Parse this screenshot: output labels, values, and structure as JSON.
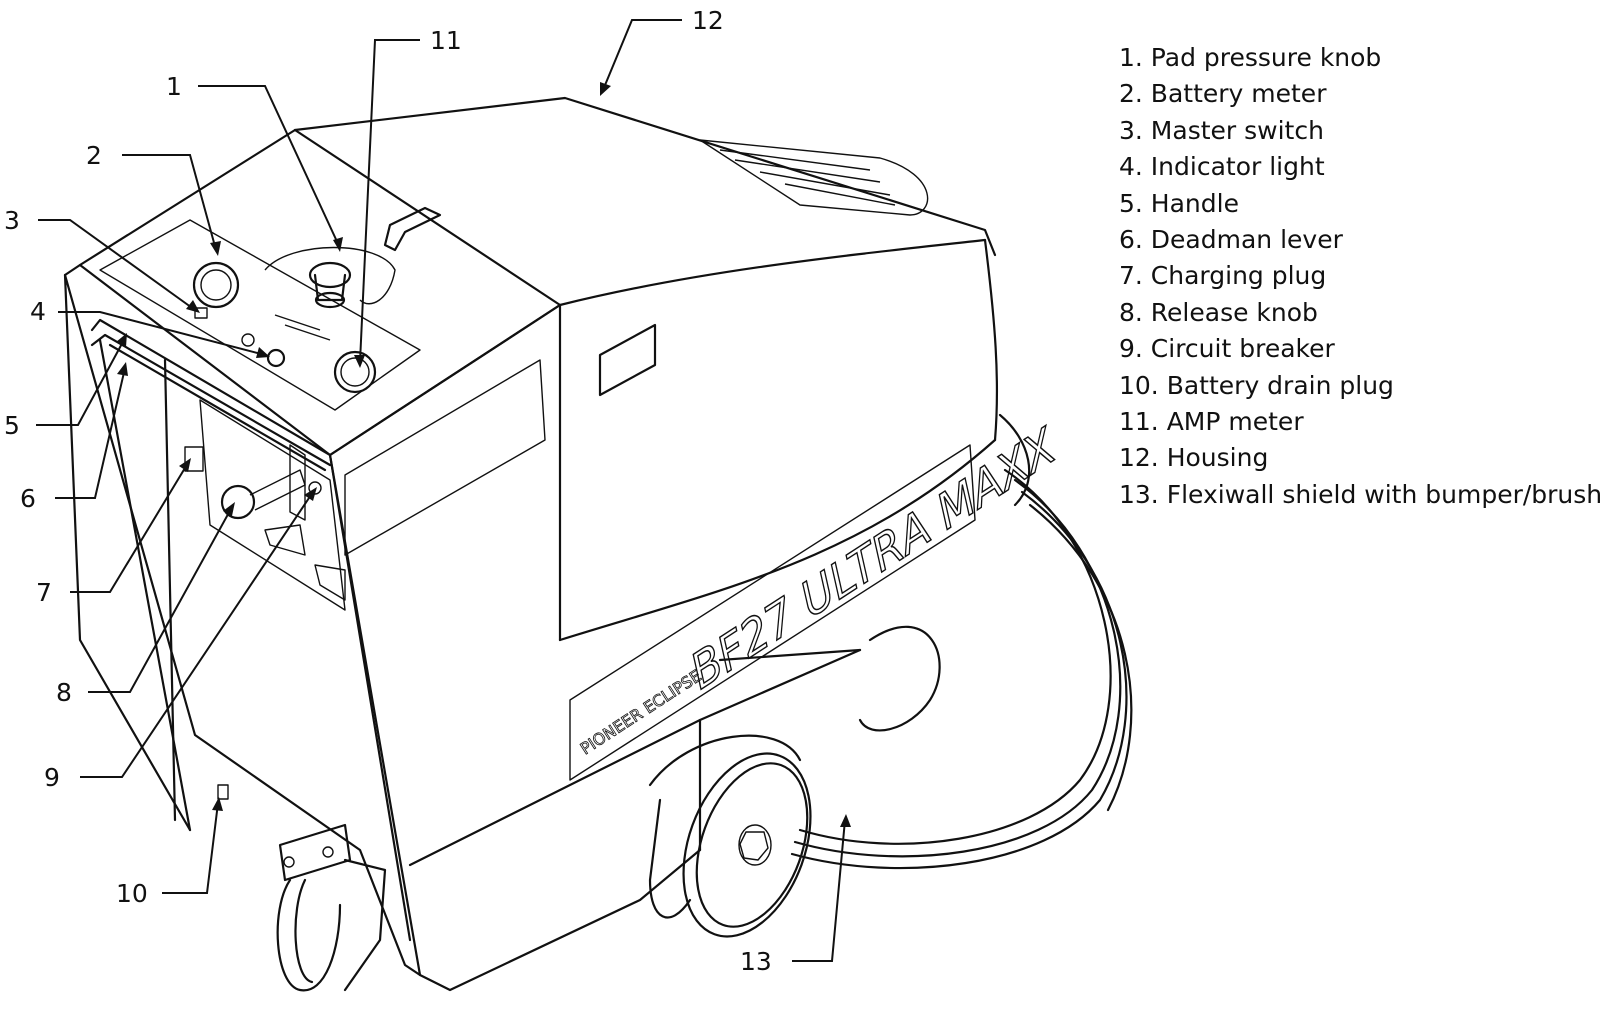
{
  "callouts": [
    {
      "num": "1",
      "label": "Pad pressure knob"
    },
    {
      "num": "2",
      "label": "Battery meter"
    },
    {
      "num": "3",
      "label": "Master switch"
    },
    {
      "num": "4",
      "label": "Indicator light"
    },
    {
      "num": "5",
      "label": "Handle"
    },
    {
      "num": "6",
      "label": "Deadman lever"
    },
    {
      "num": "7",
      "label": "Charging plug"
    },
    {
      "num": "8",
      "label": "Release knob"
    },
    {
      "num": "9",
      "label": "Circuit breaker"
    },
    {
      "num": "10",
      "label": "Battery drain plug"
    },
    {
      "num": "11",
      "label": "AMP meter"
    },
    {
      "num": "12",
      "label": "Housing"
    },
    {
      "num": "13",
      "label": "Flexiwall shield with bumper/brush"
    }
  ],
  "legend_items": [
    "1. Pad pressure knob",
    "2. Battery meter",
    "3. Master switch",
    "4. Indicator light",
    "5. Handle",
    "6. Deadman lever",
    "7. Charging plug",
    "8. Release knob",
    "9. Circuit breaker",
    "10. Battery drain plug",
    "11. AMP meter",
    "12. Housing",
    "13. Flexiwall shield with bumper/brush"
  ],
  "decals": {
    "side_model": "BF27 ULTRA MAXX",
    "brand": "PIONEER ECLIPSE"
  }
}
